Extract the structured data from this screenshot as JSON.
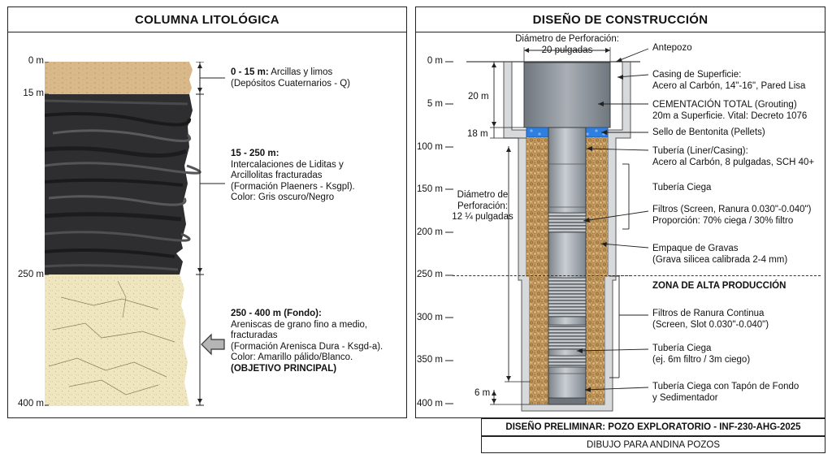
{
  "left_panel": {
    "title": "COLUMNA LITOLÓGICA",
    "depth_labels": [
      "0 m",
      "15 m",
      "250 m",
      "400 m"
    ],
    "layers": [
      {
        "range": "0 - 15 m:",
        "desc": "Arcillas y limos",
        "lines": [
          "(Depósitos Cuaternarios - Q)"
        ],
        "color": "#d9b98a"
      },
      {
        "range": "15 - 250 m:",
        "desc": "",
        "lines": [
          "Intercalaciones de Liditas y",
          "Arcillolitas fracturadas",
          "(Formación Plaeners - Ksgpl).",
          "Color: Gris oscuro/Negro"
        ],
        "color": "#2e2e30"
      },
      {
        "range": "250 - 400 m (Fondo):",
        "desc": "",
        "lines": [
          "Areniscas de grano fino a medio,",
          "fracturadas",
          "(Formación Arenisca Dura - Ksgd-a).",
          "Color: Amarillo pálido/Blanco."
        ],
        "emphasis": "(OBJETIVO PRINCIPAL)",
        "color": "#efe6bf"
      }
    ]
  },
  "right_panel": {
    "title": "DISEÑO DE CONSTRUCCIÓN",
    "depth_labels": [
      "0 m",
      "5 m",
      "100 m",
      "150 m",
      "200 m",
      "250 m",
      "300 m",
      "350 m",
      "400 m"
    ],
    "dims": {
      "top_diameter": [
        "Diámetro de Perforación:",
        "20 pulgadas"
      ],
      "bore_diameter": [
        "Diámetro de",
        "Perforación:",
        "12 ¼ pulgadas"
      ],
      "d20": "20 m",
      "d18": "18 m",
      "d6": "6 m"
    },
    "callouts": [
      {
        "lines": [
          "Antepozo"
        ]
      },
      {
        "lines": [
          "Casing de Superficie:",
          "Acero al Carbón, 14\"-16\", Pared Lisa"
        ]
      },
      {
        "lines": [
          "CEMENTACIÓN TOTAL (Grouting)",
          "20m a Superficie. Vital: Decreto 1076"
        ]
      },
      {
        "lines": [
          "Sello de Bentonita (Pellets)"
        ]
      },
      {
        "lines": [
          "Tubería (Liner/Casing):",
          "Acero al Carbón, 8 pulgadas, SCH 40+"
        ]
      },
      {
        "lines": [
          "Tubería Ciega"
        ]
      },
      {
        "lines": [
          "Filtros (Screen, Ranura 0.030\"-0.040\")",
          "Proporción: 70% ciega / 30% filtro"
        ]
      },
      {
        "lines": [
          "Empaque de Gravas",
          "(Grava silicea calibrada 2-4 mm)"
        ]
      },
      {
        "lines": [
          "ZONA DE ALTA PRODUCCIÓN"
        ],
        "bold": true
      },
      {
        "lines": [
          "Filtros de Ranura Continua",
          "(Screen, Slot 0.030\"-0.040\")"
        ]
      },
      {
        "lines": [
          "Tubería Ciega",
          "(ej. 6m filtro / 3m ciego)"
        ]
      },
      {
        "lines": [
          "Tubería Ciega con Tapón de Fondo",
          "y Sedimentador"
        ]
      }
    ]
  },
  "footer": {
    "title": "DISEÑO PRELIMINAR: POZO EXPLORATORIO - INF-230-AHG-2025",
    "subtitle": "DIBUJO PARA ANDINA POZOS"
  },
  "colors": {
    "bentonite": "#2f7fe0",
    "gravel": "#c49a5e",
    "pipe": "#9aa1a8",
    "arrow": "#b5b5b5"
  }
}
